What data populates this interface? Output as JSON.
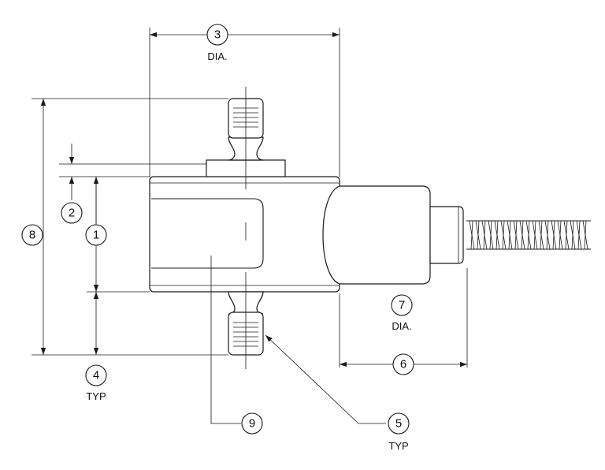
{
  "callouts": {
    "c1": "1",
    "c2": "2",
    "c3": "3",
    "c4": "4",
    "c5": "5",
    "c6": "6",
    "c7": "7",
    "c8": "8",
    "c9": "9"
  },
  "notes": {
    "dia_top": "DIA.",
    "dia_connector": "DIA.",
    "typ_4": "TYP",
    "typ_5": "TYP"
  }
}
